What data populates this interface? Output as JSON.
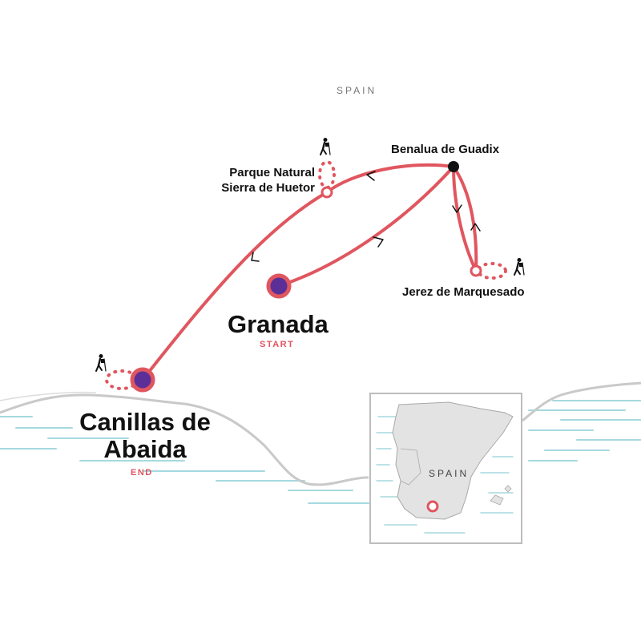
{
  "region_label": "SPAIN",
  "colors": {
    "route": "#e0565f",
    "stop": "#5b2f97",
    "coast": "#c9c9c9",
    "sea_lines": "#a5d9df",
    "land_inset": "#e3e3e3"
  },
  "stops": {
    "granada": {
      "name": "Granada",
      "tag": "START"
    },
    "canillas": {
      "name_line1": "Canillas de",
      "name_line2": "Abaida",
      "tag": "END"
    },
    "parque": {
      "name_line1": "Parque Natural",
      "name_line2": "Sierra de Huetor"
    },
    "benalua": {
      "name": "Benalua de Guadix"
    },
    "jerez": {
      "name": "Jerez de Marquesado"
    }
  },
  "icons": [
    "hiker-icon",
    "hiker-icon",
    "hiker-icon"
  ],
  "inset": {
    "country_label": "SPAIN"
  }
}
